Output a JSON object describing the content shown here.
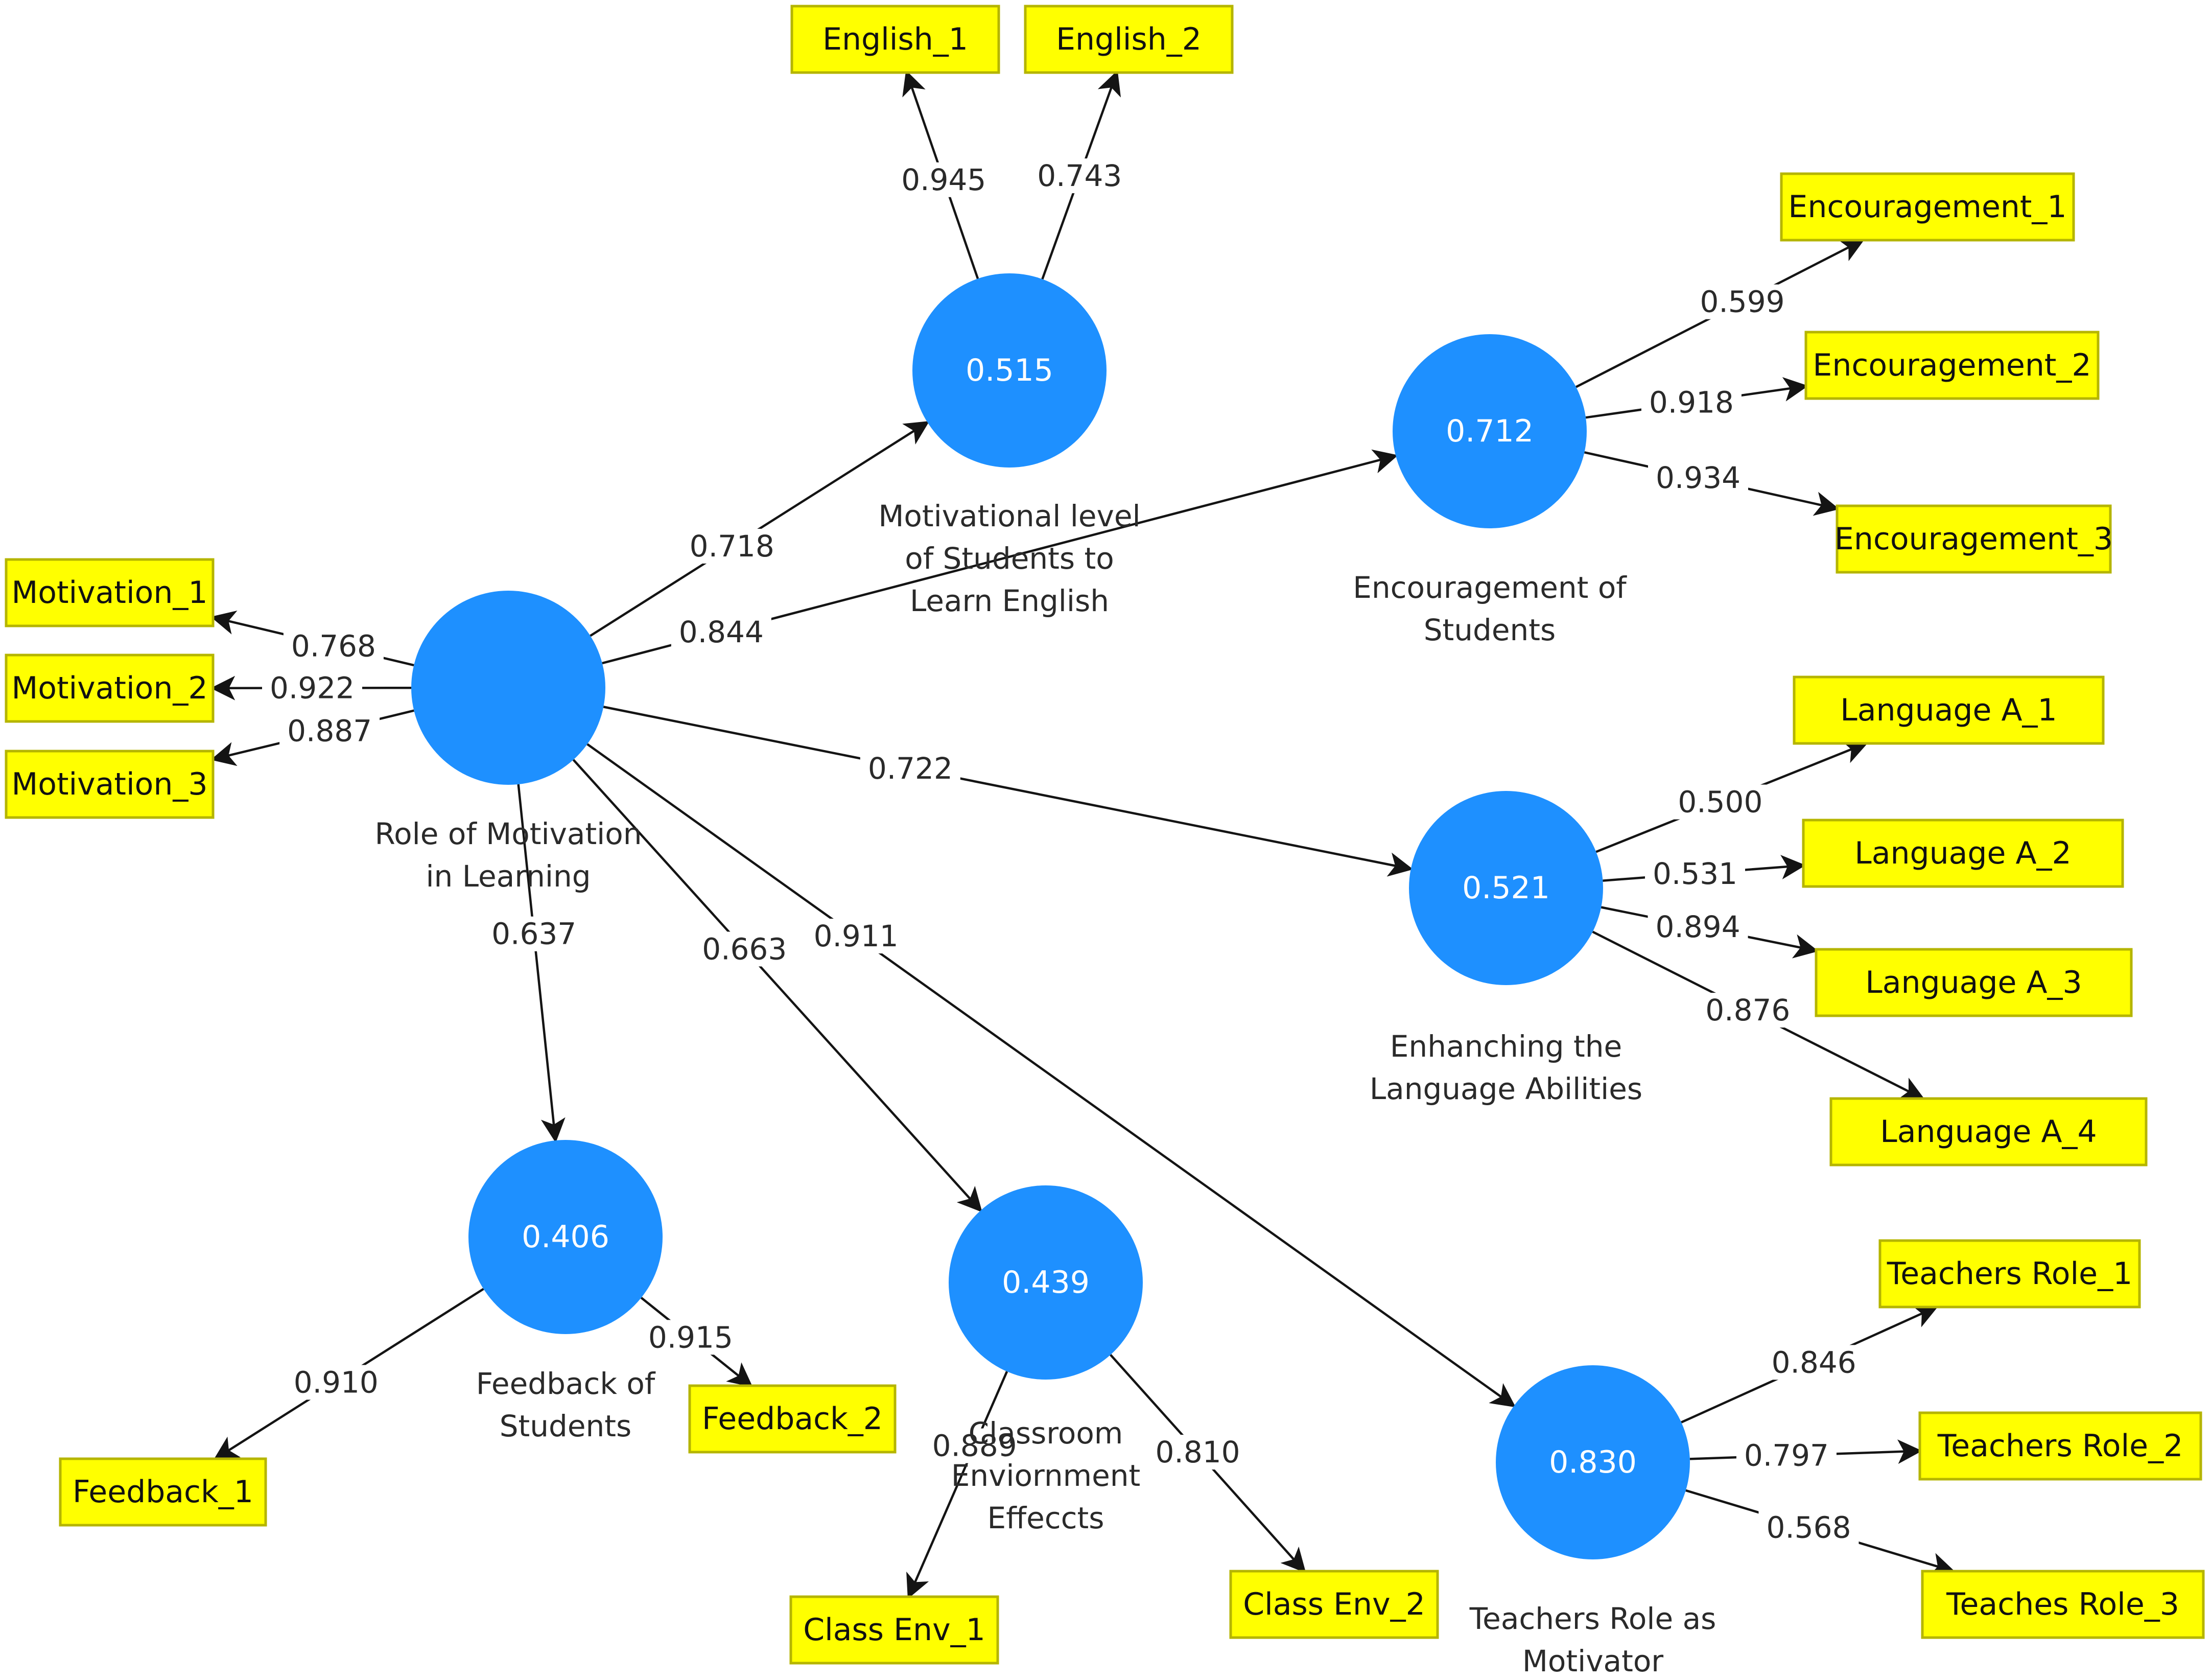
{
  "colors": {
    "construct": "#1E90FF",
    "indicator": "#FFFF00",
    "indicator_border": "#B5B500",
    "edge": "#141414"
  },
  "constructs": [
    {
      "id": "role",
      "label": [
        "Role of Motivation",
        "in Learning"
      ],
      "value": ""
    },
    {
      "id": "motl",
      "label": [
        "Motivational level",
        "of Students to",
        "Learn English"
      ],
      "value": "0.515"
    },
    {
      "id": "enc",
      "label": [
        "Encouragement of",
        "Students"
      ],
      "value": "0.712"
    },
    {
      "id": "lang",
      "label": [
        "Enhanching the",
        "Language Abilities"
      ],
      "value": "0.521"
    },
    {
      "id": "fb",
      "label": [
        "Feedback of",
        "Students"
      ],
      "value": "0.406"
    },
    {
      "id": "cls",
      "label": [
        "Classroom",
        "Enviornment",
        "Effeccts"
      ],
      "value": "0.439"
    },
    {
      "id": "tch",
      "label": [
        "Teachers Role as",
        "Motivator"
      ],
      "value": "0.830"
    }
  ],
  "indicators": [
    {
      "id": "eng1",
      "label": "English_1"
    },
    {
      "id": "eng2",
      "label": "English_2"
    },
    {
      "id": "enc1",
      "label": "Encouragement_1"
    },
    {
      "id": "enc2",
      "label": "Encouragement_2"
    },
    {
      "id": "enc3",
      "label": "Encouragement_3"
    },
    {
      "id": "mot1",
      "label": "Motivation_1"
    },
    {
      "id": "mot2",
      "label": "Motivation_2"
    },
    {
      "id": "mot3",
      "label": "Motivation_3"
    },
    {
      "id": "lan1",
      "label": "Language A_1"
    },
    {
      "id": "lan2",
      "label": "Language A_2"
    },
    {
      "id": "lan3",
      "label": "Language A_3"
    },
    {
      "id": "lan4",
      "label": "Language A_4"
    },
    {
      "id": "tr1",
      "label": "Teachers Role_1"
    },
    {
      "id": "tr2",
      "label": "Teachers Role_2"
    },
    {
      "id": "tr3",
      "label": "Teaches Role_3"
    },
    {
      "id": "fb1",
      "label": "Feedback_1"
    },
    {
      "id": "fb2",
      "label": "Feedback_2"
    },
    {
      "id": "ce1",
      "label": "Class Env_1"
    },
    {
      "id": "ce2",
      "label": "Class Env_2"
    }
  ],
  "paths": [
    {
      "from": "role",
      "to": "motl",
      "value": "0.718"
    },
    {
      "from": "role",
      "to": "enc",
      "value": "0.844"
    },
    {
      "from": "role",
      "to": "lang",
      "value": "0.722"
    },
    {
      "from": "role",
      "to": "fb",
      "value": "0.637"
    },
    {
      "from": "role",
      "to": "cls",
      "value": "0.663"
    },
    {
      "from": "role",
      "to": "tch",
      "value": "0.911"
    }
  ],
  "loadings": [
    {
      "from": "motl",
      "to": "eng1",
      "value": "0.945"
    },
    {
      "from": "motl",
      "to": "eng2",
      "value": "0.743"
    },
    {
      "from": "enc",
      "to": "enc1",
      "value": "0.599"
    },
    {
      "from": "enc",
      "to": "enc2",
      "value": "0.918"
    },
    {
      "from": "enc",
      "to": "enc3",
      "value": "0.934"
    },
    {
      "from": "role",
      "to": "mot1",
      "value": "0.768"
    },
    {
      "from": "role",
      "to": "mot2",
      "value": "0.922"
    },
    {
      "from": "role",
      "to": "mot3",
      "value": "0.887"
    },
    {
      "from": "lang",
      "to": "lan1",
      "value": "0.500"
    },
    {
      "from": "lang",
      "to": "lan2",
      "value": "0.531"
    },
    {
      "from": "lang",
      "to": "lan3",
      "value": "0.894"
    },
    {
      "from": "lang",
      "to": "lan4",
      "value": "0.876"
    },
    {
      "from": "tch",
      "to": "tr1",
      "value": "0.846"
    },
    {
      "from": "tch",
      "to": "tr2",
      "value": "0.797"
    },
    {
      "from": "tch",
      "to": "tr3",
      "value": "0.568"
    },
    {
      "from": "fb",
      "to": "fb1",
      "value": "0.910"
    },
    {
      "from": "fb",
      "to": "fb2",
      "value": "0.915"
    },
    {
      "from": "cls",
      "to": "ce1",
      "value": "0.889"
    },
    {
      "from": "cls",
      "to": "ce2",
      "value": "0.810"
    }
  ]
}
